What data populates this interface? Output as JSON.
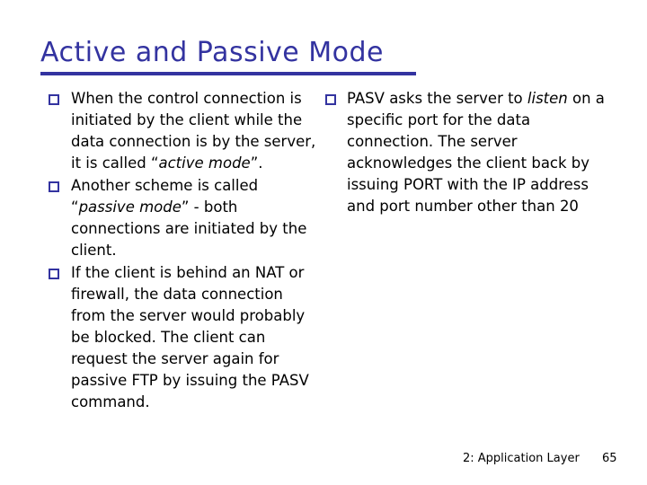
{
  "slide": {
    "title": "Active and Passive Mode",
    "accent_color": "#3333a0",
    "text_color": "#000000",
    "background_color": "#ffffff",
    "bullet_icon": "hollow-square-bullet"
  },
  "columns": {
    "left": {
      "bullets": [
        {
          "segments": [
            {
              "text": "When the control connection is initiated by the client while the data connection is by the server, it is called “",
              "italic": false
            },
            {
              "text": "active mode",
              "italic": true
            },
            {
              "text": "”.",
              "italic": false
            }
          ],
          "plain": "When the control connection is initiated by the client while the data connection is by the server, it is called “active mode”."
        },
        {
          "segments": [
            {
              "text": "Another scheme is called “",
              "italic": false
            },
            {
              "text": "passive mode",
              "italic": true
            },
            {
              "text": "” - both connections are initiated by the client.",
              "italic": false
            }
          ],
          "plain": "Another scheme is called “passive mode” - both connections are initiated by the client."
        },
        {
          "segments": [
            {
              "text": "If the client is behind an NAT or firewall, the data connection from the server would probably be blocked. The client can request the server again for passive FTP by issuing the PASV command.",
              "italic": false
            }
          ],
          "plain": "If the client is behind an NAT or firewall, the data connection from the server would probably be blocked. The client can request the server again for passive FTP by issuing the PASV command."
        }
      ]
    },
    "right": {
      "bullets": [
        {
          "segments": [
            {
              "text": "PASV asks the server to ",
              "italic": false
            },
            {
              "text": "listen",
              "italic": true
            },
            {
              "text": " on a specific port for the data connection. The server acknowledges the client back by issuing PORT with the IP address and port number other than 20",
              "italic": false
            }
          ],
          "plain": "PASV asks the server to listen on a specific port for the data connection. The server acknowledges the client back by issuing PORT with the IP address and port number other than 20"
        }
      ]
    }
  },
  "footer": {
    "label": "2: Application Layer",
    "page_number": "65"
  }
}
